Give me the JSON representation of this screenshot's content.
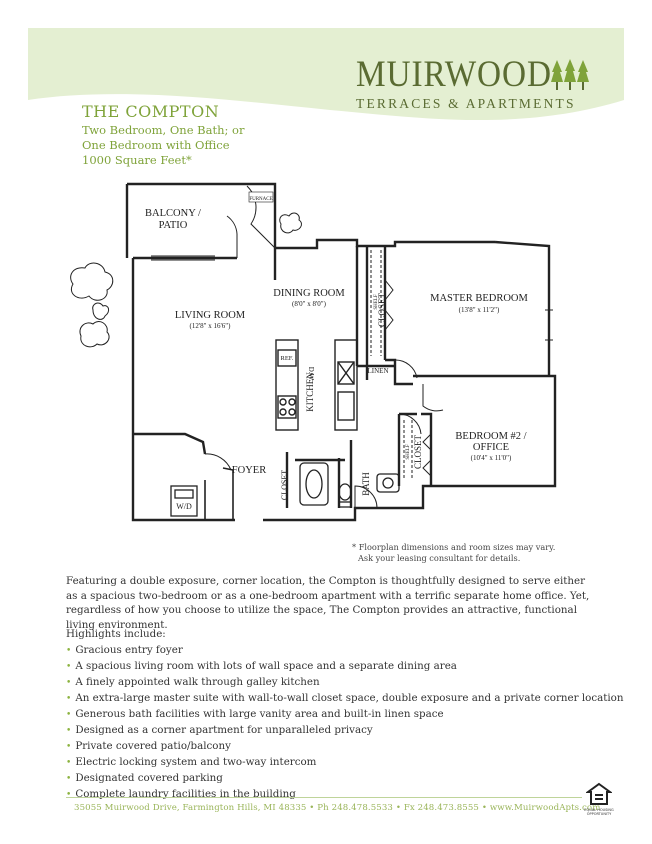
{
  "brand": {
    "name": "MUIRWOOD",
    "tagline": "TERRACES & APARTMENTS",
    "color_primary": "#5a6b32",
    "color_accent": "#7fa33a",
    "band_color": "#e4efd2"
  },
  "unit": {
    "name": "THE COMPTON",
    "lines": [
      "Two Bedroom,  One Bath; or",
      "One Bedroom with Office",
      "1000 Square Feet*"
    ]
  },
  "floorplan": {
    "balcony": [
      "BALCONY /",
      "PATIO"
    ],
    "furnace": "FURNACE",
    "dining_room": "DINING ROOM",
    "dining_room_size": "(8'0\" x 8'0\")",
    "living_room": "LIVING ROOM",
    "living_room_size": "(12'8\" x 16'6\")",
    "master_bedroom": "MASTER BEDROOM",
    "master_bedroom_size": "(13'8\" x 11'2\")",
    "bedroom2": [
      "BEDROOM #2 /",
      "OFFICE"
    ],
    "bedroom2_size": "(10'4\" x 11'0\")",
    "closet": "CLOSET",
    "shelf": "SHELF",
    "linen": "LINEN",
    "ref": "REF.",
    "dw": "D.W.",
    "kitchen": "KITCHEN",
    "foyer": "FOYER",
    "bath": "BATH",
    "wd": "W/D"
  },
  "footnote": {
    "line1": "* Floorplan dimensions and room sizes may vary.",
    "line2": "Ask your leasing consultant for details."
  },
  "intro": "Featuring a double exposure, corner location, the Compton is thoughtfully designed to serve either as a spacious two-bedroom or as a one-bedroom apartment with a terrific separate home office. Yet, regardless of how you choose to utilize the space, The Compton provides an attractive, functional living environment.",
  "highlights": {
    "title": "Highlights include:",
    "bullet": "•",
    "items": [
      "Gracious entry foyer",
      "A spacious living room with lots of wall space and a separate dining area",
      "A finely appointed walk through galley kitchen",
      "An extra-large master suite with wall-to-wall closet space, double exposure and a private corner location",
      "Generous bath facilities with large vanity area and built-in linen space",
      "Designed as a corner apartment for unparalleled privacy",
      "Private covered patio/balcony",
      "Electric locking system and two-way intercom",
      "Designated covered parking",
      "Complete laundry facilities in the building"
    ]
  },
  "footer": "35055 Muirwood Drive, Farmington Hills, MI 48335  •  Ph 248.478.5533  •  Fx  248.473.8555  •  www.MuirwoodApts.com",
  "eho": {
    "line1": "EQUAL HOUSING",
    "line2": "OPPORTUNITY"
  }
}
